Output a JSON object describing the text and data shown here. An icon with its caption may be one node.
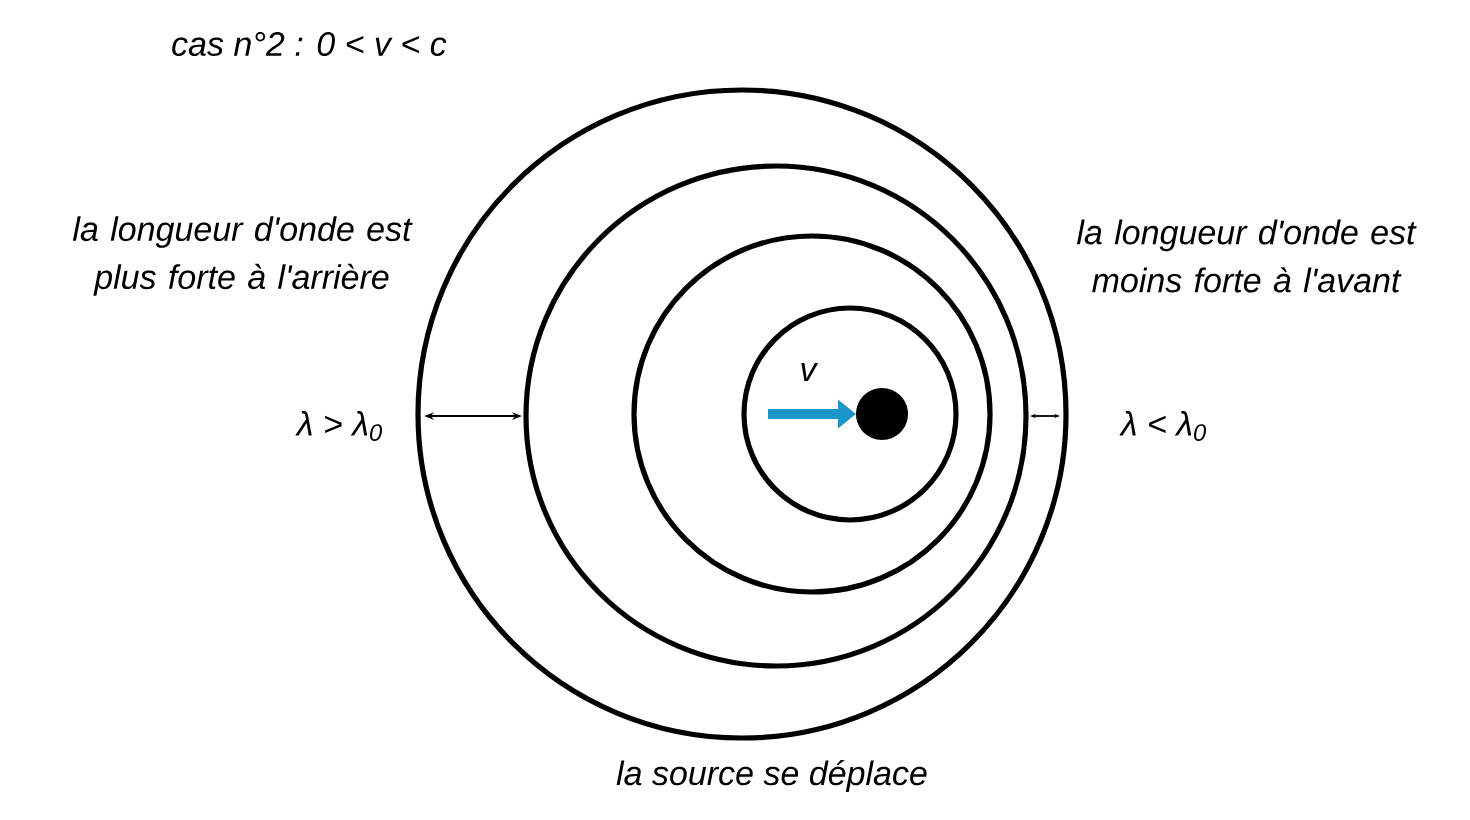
{
  "diagram": {
    "title": "cas n°2 : 0 < v < c",
    "caption": "la source se déplace",
    "labels": [
      "la longueur d'onde est plus forte à l'arrière",
      "la longueur d'onde est moins forte à l'avant",
      "v",
      "λ > λ$_{0}$",
      "λ < λ$_{0}$"
    ]
  }
}
